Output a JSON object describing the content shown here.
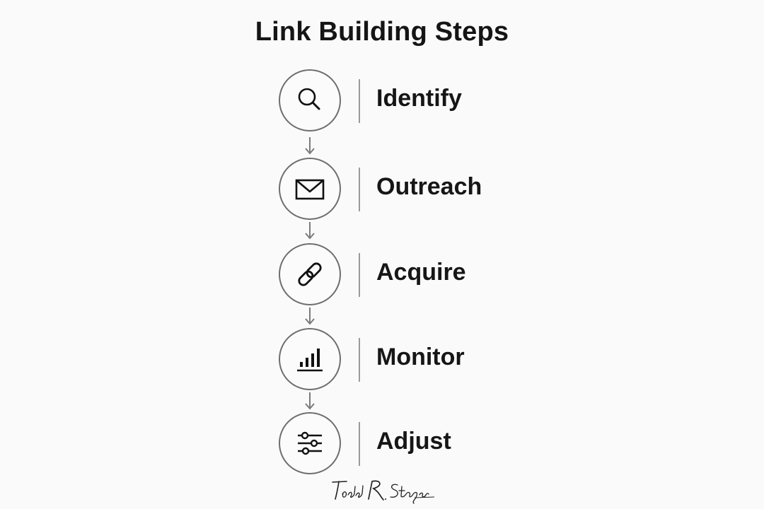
{
  "title": "Link Building Steps",
  "steps": [
    {
      "label": "Identify",
      "icon": "magnifier-icon"
    },
    {
      "label": "Outreach",
      "icon": "envelope-icon"
    },
    {
      "label": "Acquire",
      "icon": "chain-link-icon"
    },
    {
      "label": "Monitor",
      "icon": "bar-chart-icon"
    },
    {
      "label": "Adjust",
      "icon": "sliders-icon"
    }
  ],
  "signature": "Todd R. Stager",
  "colors": {
    "background": "#fafafa",
    "circle_border": "#6e6e6e",
    "text": "#161616",
    "arrow": "#7a7a7a"
  }
}
